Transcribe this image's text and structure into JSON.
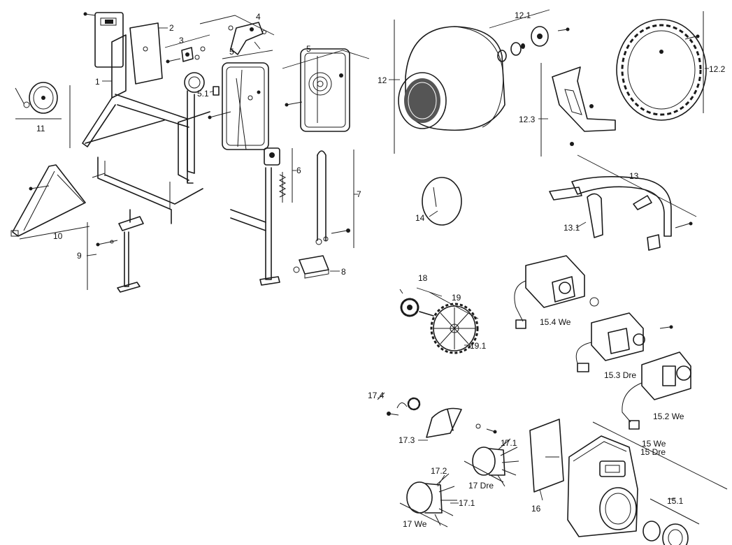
{
  "labels": {
    "l1": "1",
    "l2": "2",
    "l3": "3",
    "l4": "4",
    "l5a": "5",
    "l5b": "5",
    "l5_1": "5.1",
    "l6": "6",
    "l7": "7",
    "l8": "8",
    "l9": "9",
    "l10": "10",
    "l11": "11",
    "l12": "12",
    "l12_1": "12.1",
    "l12_2": "12.2",
    "l12_3": "12.3",
    "l13": "13",
    "l13_1": "13.1",
    "l14": "14",
    "l15_4": "15.4 We",
    "l15_3": "15.3 Dre",
    "l15_2": "15.2 We",
    "l15we": "15 We",
    "l15dre": "15 Dre",
    "l15_1": "15.1",
    "l16": "16",
    "l17_1a": "17.1",
    "l17_1b": "17.1",
    "l17_2": "17.2",
    "l17_3": "17.3",
    "l17_4": "17.4",
    "l17dre": "17 Dre",
    "l17we": "17 We",
    "l18": "18",
    "l19": "19",
    "l19_1": "19.1"
  }
}
